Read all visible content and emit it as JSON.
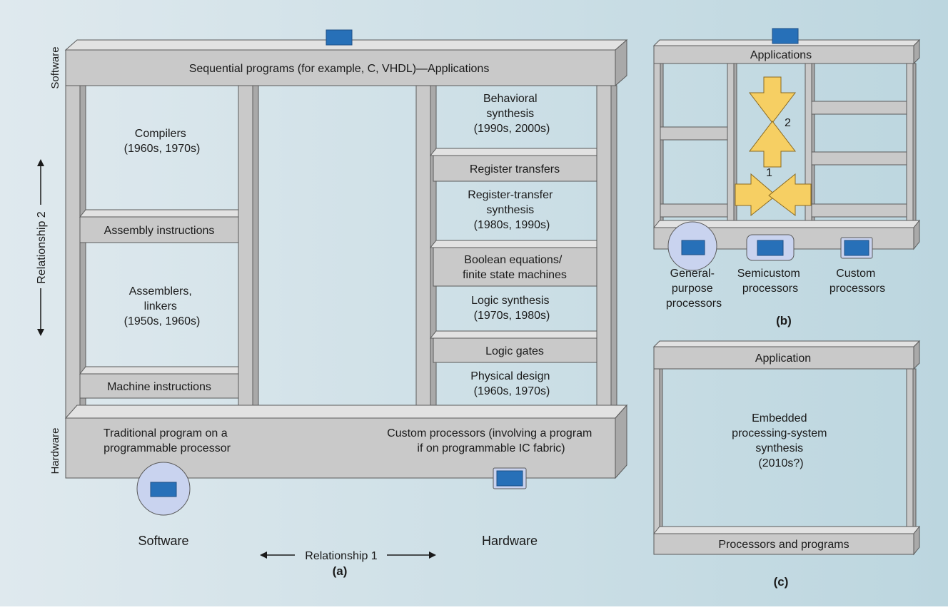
{
  "colors": {
    "background_left": "#dfe9ee",
    "background_right": "#bcd6df",
    "beam_front": "#c9c9c9",
    "beam_top": "#e2e2e2",
    "beam_side": "#a9a9a9",
    "outline": "#5a5a5a",
    "chip": "#2770b8",
    "processor_circle": "#c9d3ef",
    "arrow_fill": "#f6cf63"
  },
  "panel_a": {
    "caption": "(a)",
    "software_side_label": "Software",
    "hardware_side_label": "Hardware",
    "top_beam_label": "Sequential programs (for example, C, VHDL)—Applications",
    "bottom_left_label": [
      "Traditional program on a",
      "programmable processor"
    ],
    "bottom_right_label": [
      "Custom processors (involving a program",
      "if on programmable IC fabric)"
    ],
    "relationship_1": "Relationship 1",
    "relationship_2": "Relationship 2",
    "software_bottom": "Software",
    "hardware_bottom": "Hardware",
    "left_column": {
      "compilers": [
        "Compilers",
        "(1960s, 1970s)"
      ],
      "assembly_instructions": "Assembly instructions",
      "assemblers": [
        "Assemblers,",
        "linkers",
        "(1950s, 1960s)"
      ],
      "machine_instructions": "Machine instructions"
    },
    "right_column": {
      "behavioral_synthesis": [
        "Behavioral",
        "synthesis",
        "(1990s, 2000s)"
      ],
      "register_transfers": "Register transfers",
      "rt_synthesis": [
        "Register-transfer",
        "synthesis",
        "(1980s, 1990s)"
      ],
      "boolean_equations": [
        "Boolean equations/",
        "finite state machines"
      ],
      "logic_synthesis": [
        "Logic synthesis",
        "(1970s, 1980s)"
      ],
      "logic_gates": "Logic gates",
      "physical_design": [
        "Physical design",
        "(1960s, 1970s)"
      ]
    }
  },
  "panel_b": {
    "caption": "(b)",
    "top_label": "Applications",
    "arrow_1": "1",
    "arrow_2": "2",
    "processors": [
      [
        "General-",
        "purpose",
        "processors"
      ],
      [
        "Semicustom",
        "processors"
      ],
      [
        "Custom",
        "processors"
      ]
    ]
  },
  "panel_c": {
    "caption": "(c)",
    "top_label": "Application",
    "middle_label": [
      "Embedded",
      "processing-system",
      "synthesis",
      "(2010s?)"
    ],
    "bottom_label": "Processors and programs"
  }
}
